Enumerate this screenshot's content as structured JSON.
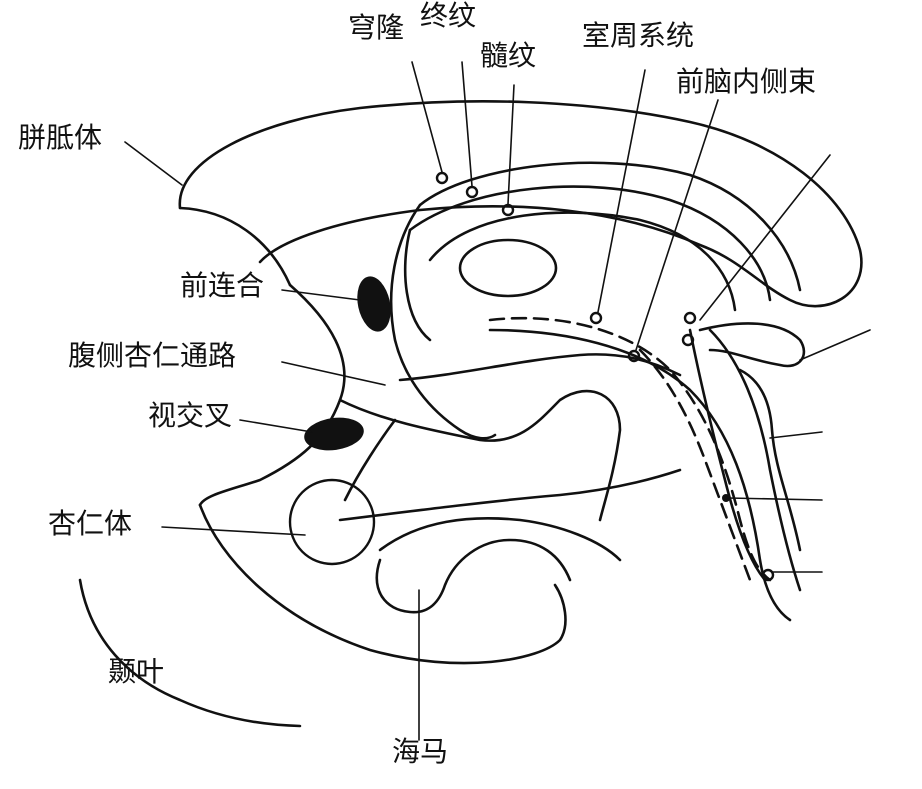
{
  "labels": {
    "stria_medullaris_arc": "穹隆",
    "stria_terminalis": "终纹",
    "stria_medullaris": "髓纹",
    "periventricular_system": "室周系统",
    "medial_forebrain_bundle": "前脑内侧束",
    "corpus_callosum": "胼胝体",
    "anterior_commissure": "前连合",
    "ventral_amygdalofugal": "腹侧杏仁通路",
    "optic_chiasm": "视交叉",
    "amygdala": "杏仁体",
    "temporal_lobe": "颞叶",
    "hippocampus": "海马"
  }
}
